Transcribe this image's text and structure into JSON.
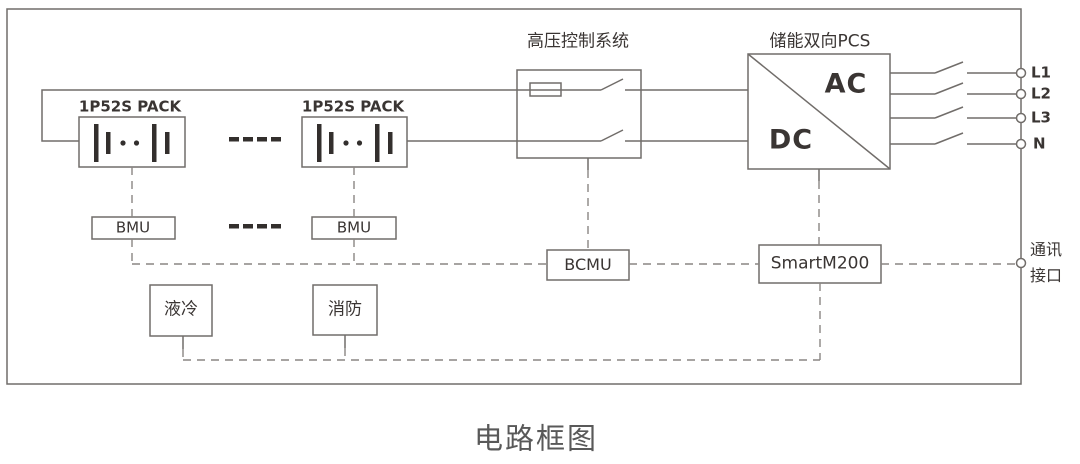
{
  "diagram": {
    "caption": "电路框图",
    "battery_packs": {
      "pack1_label": "1P52S PACK",
      "pack2_label": "1P52S PACK"
    },
    "hv_control": {
      "title": "高压控制系统"
    },
    "pcs": {
      "title": "储能双向PCS",
      "ac_label": "AC",
      "dc_label": "DC"
    },
    "monitoring": {
      "bmu1_label": "BMU",
      "bmu2_label": "BMU",
      "bcmu_label": "BCMU",
      "ems_label": "SmartM200"
    },
    "auxiliary": {
      "liquid_cooling_label": "液冷",
      "fire_protection_label": "消防"
    },
    "terminals": {
      "l1": "L1",
      "l2": "L2",
      "l3": "L3",
      "n": "N",
      "comm_line1": "通讯",
      "comm_line2": "接口"
    },
    "colors": {
      "line": "#716d6a",
      "dash": "#8a8683",
      "dark": "#332f2d",
      "text": "#3a3533",
      "caption": "#595959",
      "background": "#ffffff"
    }
  }
}
